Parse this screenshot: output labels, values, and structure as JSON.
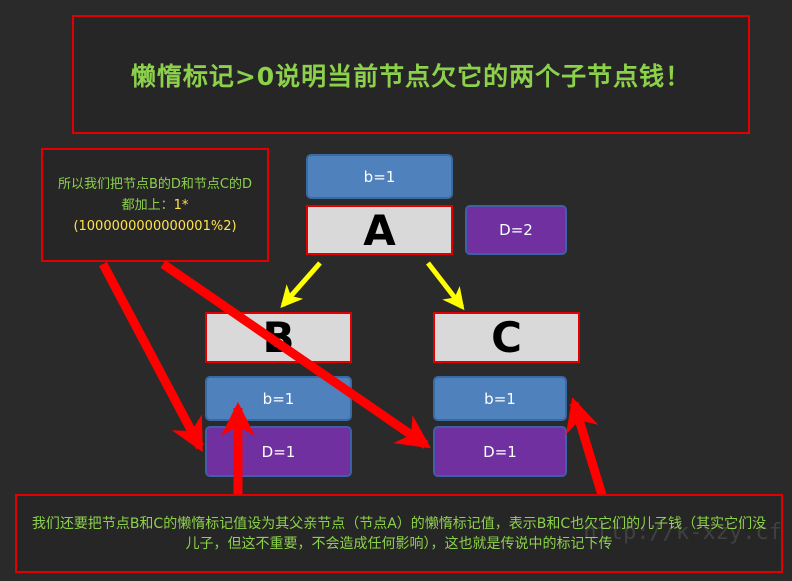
{
  "title": "懒惰标记>0说明当前节点欠它的两个子节点钱！",
  "note": {
    "text": "所以我们把节点B的D和节点C的D都加上：",
    "emph": "1*",
    "expr": "(1000000000000001%2)"
  },
  "nodes": {
    "a": {
      "label": "A",
      "b": "b=1",
      "d": "D=2"
    },
    "b": {
      "label": "B",
      "b": "b=1",
      "d": "D=1"
    },
    "c": {
      "label": "C",
      "b": "b=1",
      "d": "D=1"
    }
  },
  "bottom_note": "我们还要把节点B和C的懒惰标记值设为其父亲节点（节点A）的懒惰标记值，表示B和C也欠它们的儿子钱（其实它们没儿子，但这不重要，不会造成任何影响），这也就是传说中的标记下传",
  "watermark": "http://k-xzy.cf",
  "colors": {
    "text_green": "#8cd14a",
    "highlight_yellow": "#ffe34a",
    "border_red": "#e00000",
    "arrow_red": "#ff0000",
    "arrow_yellow": "#ffff00",
    "b_box_blue": "#4f81bd",
    "d_box_purple": "#7030a0",
    "node_gray": "#d9d9d9"
  }
}
